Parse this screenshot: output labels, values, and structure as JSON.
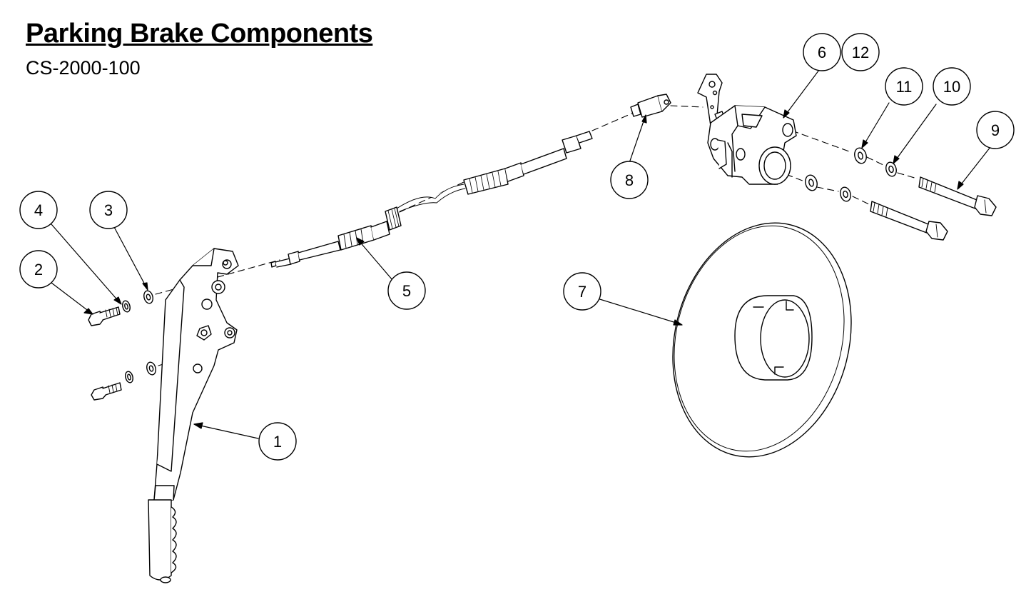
{
  "header": {
    "title": "Parking Brake Components",
    "part_number": "CS-2000-100"
  },
  "callouts": [
    {
      "id": "c1",
      "label": "1"
    },
    {
      "id": "c2",
      "label": "2"
    },
    {
      "id": "c3",
      "label": "3"
    },
    {
      "id": "c4",
      "label": "4"
    },
    {
      "id": "c5",
      "label": "5"
    },
    {
      "id": "c6",
      "label": "6"
    },
    {
      "id": "c7",
      "label": "7"
    },
    {
      "id": "c8",
      "label": "8"
    },
    {
      "id": "c9",
      "label": "9"
    },
    {
      "id": "c10",
      "label": "10"
    },
    {
      "id": "c11",
      "label": "11"
    },
    {
      "id": "c12",
      "label": "12"
    }
  ],
  "colors": {
    "line": "#000000",
    "background": "#ffffff",
    "fill": "#ffffff"
  }
}
